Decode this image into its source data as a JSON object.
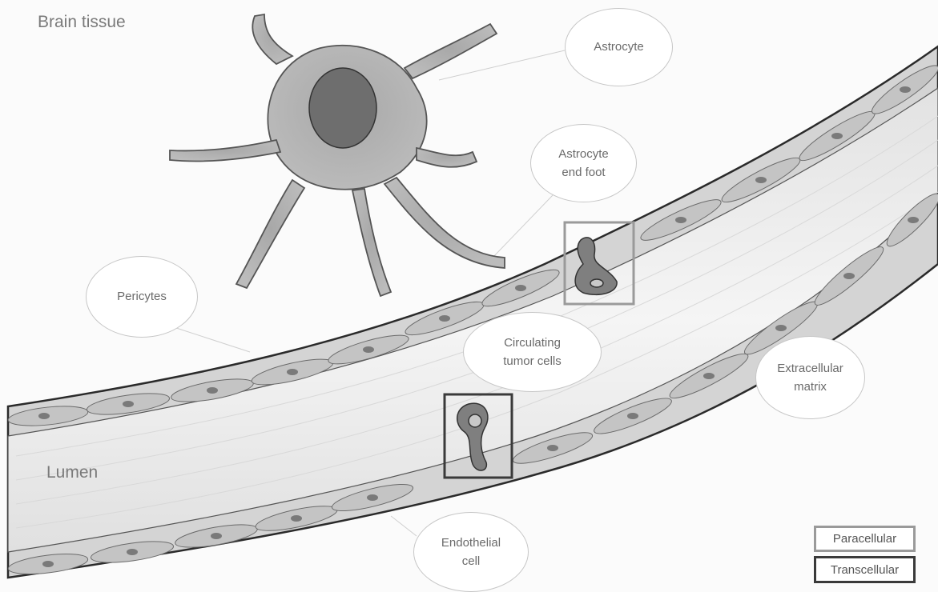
{
  "regions": {
    "brain_tissue": "Brain tissue",
    "lumen": "Lumen"
  },
  "callouts": {
    "astrocyte": "Astrocyte",
    "astrocyte_end_foot": "Astrocyte\nend foot",
    "pericytes": "Pericytes",
    "circulating_tumor_cells": "Circulating\ntumor cells",
    "extracellular_matrix": "Extracellular\nmatrix",
    "endothelial_cell": "Endothelial\ncell"
  },
  "legend": {
    "paracellular": {
      "label": "Paracellular",
      "color": "#9a9a9a"
    },
    "transcellular": {
      "label": "Transcellular",
      "color": "#3a3a3a"
    }
  },
  "colors": {
    "cell_fill": "#bdbdbd",
    "cell_dark": "#8f8f8f",
    "nucleus": "#6f6f6f",
    "outline": "#2a2a2a",
    "lumen": "#efefef"
  }
}
